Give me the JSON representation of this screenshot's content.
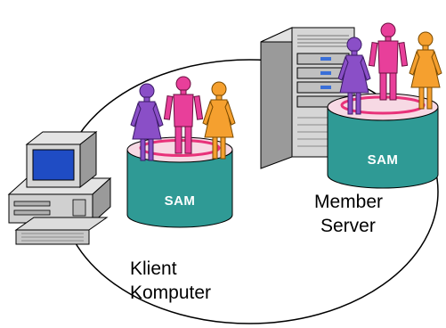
{
  "database_label": "SAM",
  "member_server": {
    "line1": "Member",
    "line2": "Server"
  },
  "client_computer": {
    "line1": "Klient",
    "line2": "Komputer"
  },
  "colors": {
    "cylinder_body": "#2f9a95",
    "cylinder_top": "#f7d9e4",
    "ring": "#e8327a",
    "person_purple": "#8a4fc7",
    "person_pink": "#e83f9a",
    "person_orange": "#f5a02f"
  }
}
